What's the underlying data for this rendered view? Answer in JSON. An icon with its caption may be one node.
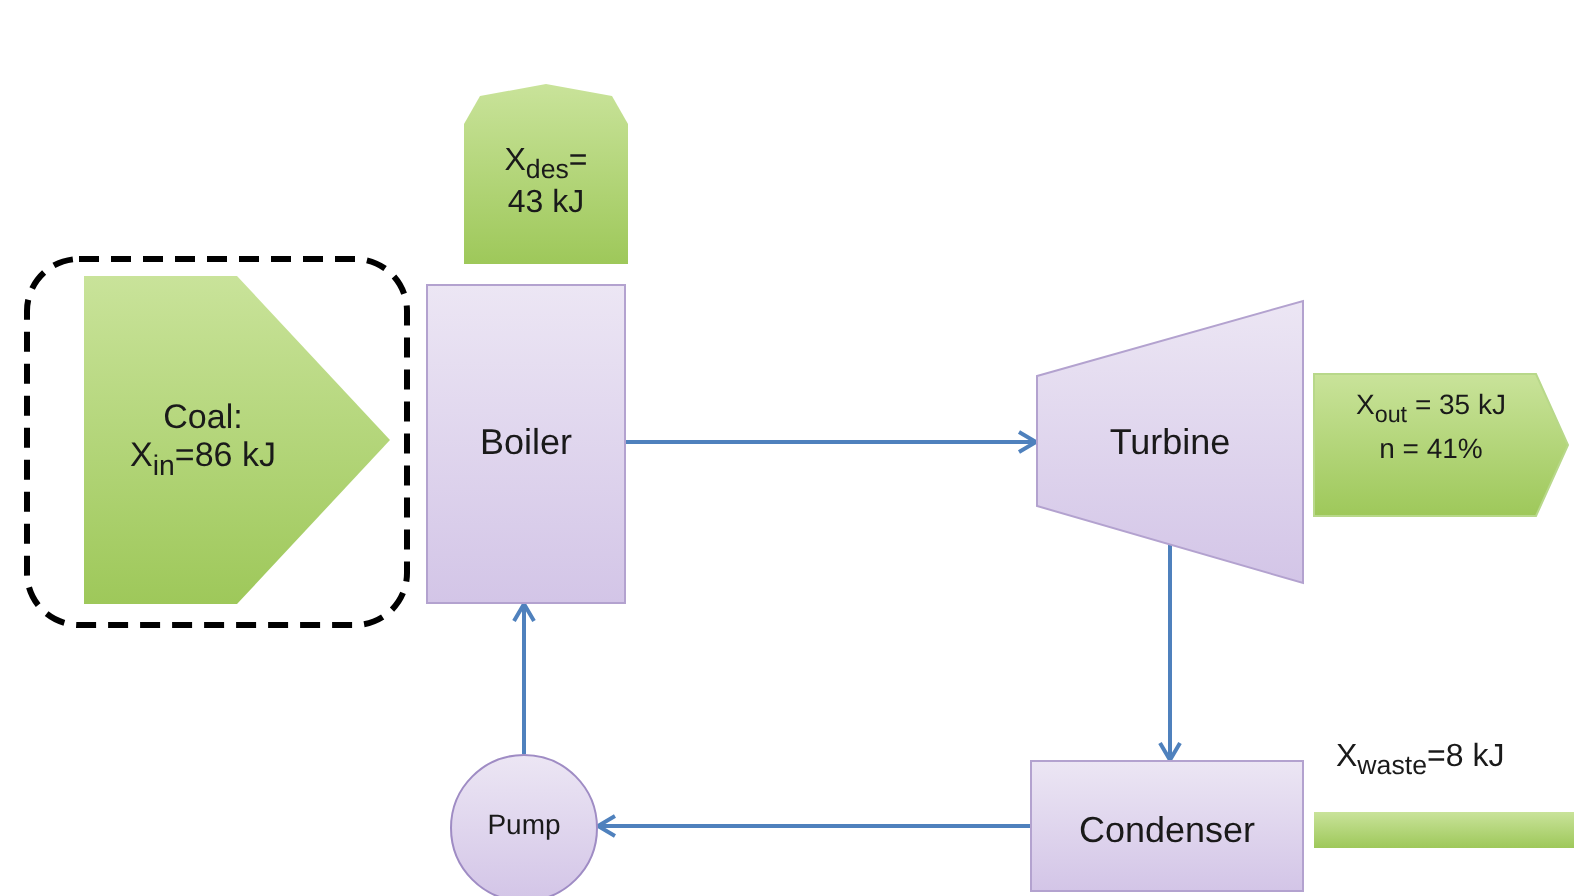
{
  "diagram": {
    "nodes": [
      {
        "text": [],
        "shape": "box"
      },
      {
        "text": [
          "Coal: X$_{in}$=86 kJ"
        ],
        "in": 0
      },
      {
        "text": [
          "X$_{des}$= 43 kJ"
        ]
      },
      {
        "text": [
          "Boiler"
        ]
      },
      {
        "text": [
          "Turbine"
        ]
      },
      {
        "text": [
          "X$_{out}$ = 35 kJ",
          "n = 41%"
        ]
      },
      {
        "text": [
          "Condenser"
        ]
      },
      {
        "text": [
          "Pump"
        ]
      },
      {
        "text": [
          "X$_{waste}$=8 kJ"
        ]
      }
    ],
    "edges": [
      {
        "from": 3,
        "to": 4,
        "arrow": "to"
      },
      {
        "from": 4,
        "to": 6,
        "arrow": "to"
      },
      {
        "from": 6,
        "to": 7,
        "arrow": "to"
      },
      {
        "from": 7,
        "to": 3,
        "arrow": "to"
      }
    ]
  }
}
